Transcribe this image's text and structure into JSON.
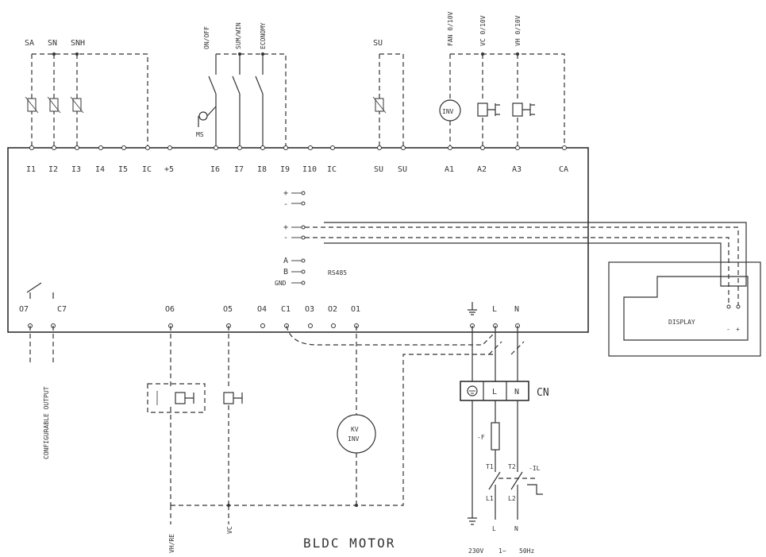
{
  "top_labels": {
    "sa": "SA",
    "sn": "SN",
    "snh": "SNH",
    "on_off": "ON/OFF",
    "sum_win": "SUM/WIN",
    "economy": "ECONOMY",
    "su": "SU",
    "fan": "FAN 0/10V",
    "vc": "VC 0/10V",
    "vh": "VH 0/10V",
    "ms": "MS"
  },
  "top_terminals": [
    "I1",
    "I2",
    "I3",
    "I4",
    "I5",
    "IC",
    "+5",
    "I6",
    "I7",
    "I8",
    "I9",
    "I10",
    "IC",
    "SU",
    "SU",
    "A1",
    "A2",
    "A3",
    "CA"
  ],
  "bottom_terminals": [
    "O7",
    "C7",
    "O6",
    "O5",
    "O4",
    "C1",
    "O3",
    "O2",
    "O1",
    "L",
    "N"
  ],
  "comm": {
    "plus1": "+",
    "minus1": "-",
    "plus2": "+",
    "minus2": "-",
    "a": "A",
    "b": "B",
    "gnd": "GND",
    "rs485": "RS485"
  },
  "display": {
    "label": "DISPLAY",
    "minus": "-",
    "plus": "+"
  },
  "devices": {
    "inv": "INV",
    "motor_line1": "KV",
    "motor_line2": "INV",
    "configurable_output": "CONFIGURABLE OUTPUT",
    "bldc_motor": "BLDC MOTOR",
    "vh_re": "VH/RE",
    "vc": "VC"
  },
  "power": {
    "cn": "CN",
    "l": "L",
    "n": "N",
    "f": "-F",
    "il": "-IL",
    "t1": "T1",
    "t2": "T2",
    "l1": "L1",
    "l2": "L2",
    "l_bottom": "L",
    "n_bottom": "N",
    "supply_v": "230V",
    "supply_ph": "1~",
    "supply_hz": "50Hz"
  }
}
